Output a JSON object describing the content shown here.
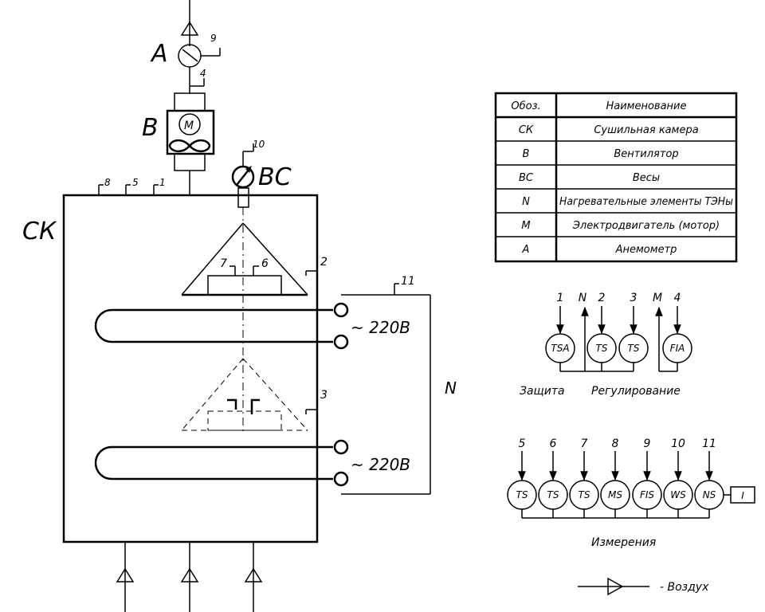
{
  "labels": {
    "chamber": "СК",
    "fan": "В",
    "anemometer": "А",
    "scale": "ВС",
    "heaters": "N",
    "voltage_upper": "~ 220В",
    "voltage_lower": "~ 220В",
    "motor": "М"
  },
  "points": {
    "p1": "1",
    "p2": "2",
    "p3": "3",
    "p4": "4",
    "p5": "5",
    "p6": "6",
    "p7": "7",
    "p8": "8",
    "p9": "9",
    "p10": "10",
    "p11": "11"
  },
  "legend_table": {
    "headers": [
      "Обоз.",
      "Наименование"
    ],
    "rows": [
      [
        "СК",
        "Сушильная камера"
      ],
      [
        "В",
        "Вентилятор"
      ],
      [
        "ВС",
        "Весы"
      ],
      [
        "N",
        "Нагревательные элементы ТЭНы"
      ],
      [
        "М",
        "Электродвигатель (мотор)"
      ],
      [
        "А",
        "Анемометр"
      ]
    ]
  },
  "control": {
    "signals": [
      "1",
      "N",
      "2",
      "3",
      "M",
      "4"
    ],
    "instruments": [
      "TSA",
      "TS",
      "TS",
      "FIA"
    ],
    "caption_protection": "Защита",
    "caption_regulation": "Регулирование"
  },
  "measure": {
    "signals": [
      "5",
      "6",
      "7",
      "8",
      "9",
      "10",
      "11"
    ],
    "instruments": [
      "TS",
      "TS",
      "TS",
      "MS",
      "FIS",
      "WS",
      "NS"
    ],
    "display": "I",
    "caption": "Измерения"
  },
  "air_legend": "- Воздух"
}
